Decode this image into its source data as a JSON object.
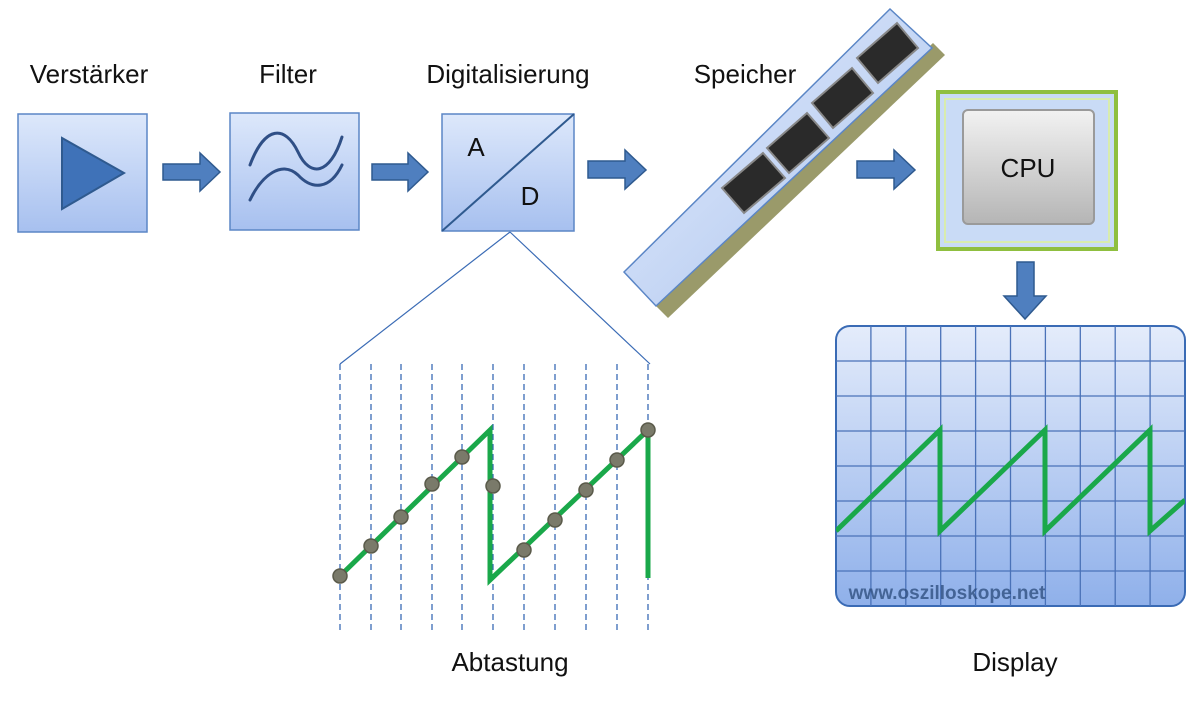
{
  "labels": {
    "amplifier": "Verstärker",
    "filter": "Filter",
    "digitization": "Digitalisierung",
    "memory": "Speicher",
    "sampling": "Abtastung",
    "display": "Display"
  },
  "adc": {
    "a": "A",
    "d": "D"
  },
  "cpu": {
    "label": "CPU"
  },
  "watermark": "www.oszilloskope.net",
  "colors": {
    "box_top": "#dbe7fb",
    "box_bottom": "#a9c2f0",
    "box_border": "#5b86c6",
    "arrow_fill": "#4f7fbf",
    "arrow_stroke": "#2f5a8f",
    "signal": "#1aa84a",
    "sample_marker": "#7a7a6a",
    "cpu_border": "#8fbf3f",
    "memory_chip": "#2a2a2a",
    "memory_edge": "#9a9a6a",
    "grid_line": "#4a72b8",
    "dashed_line": "#3a6bb5"
  }
}
